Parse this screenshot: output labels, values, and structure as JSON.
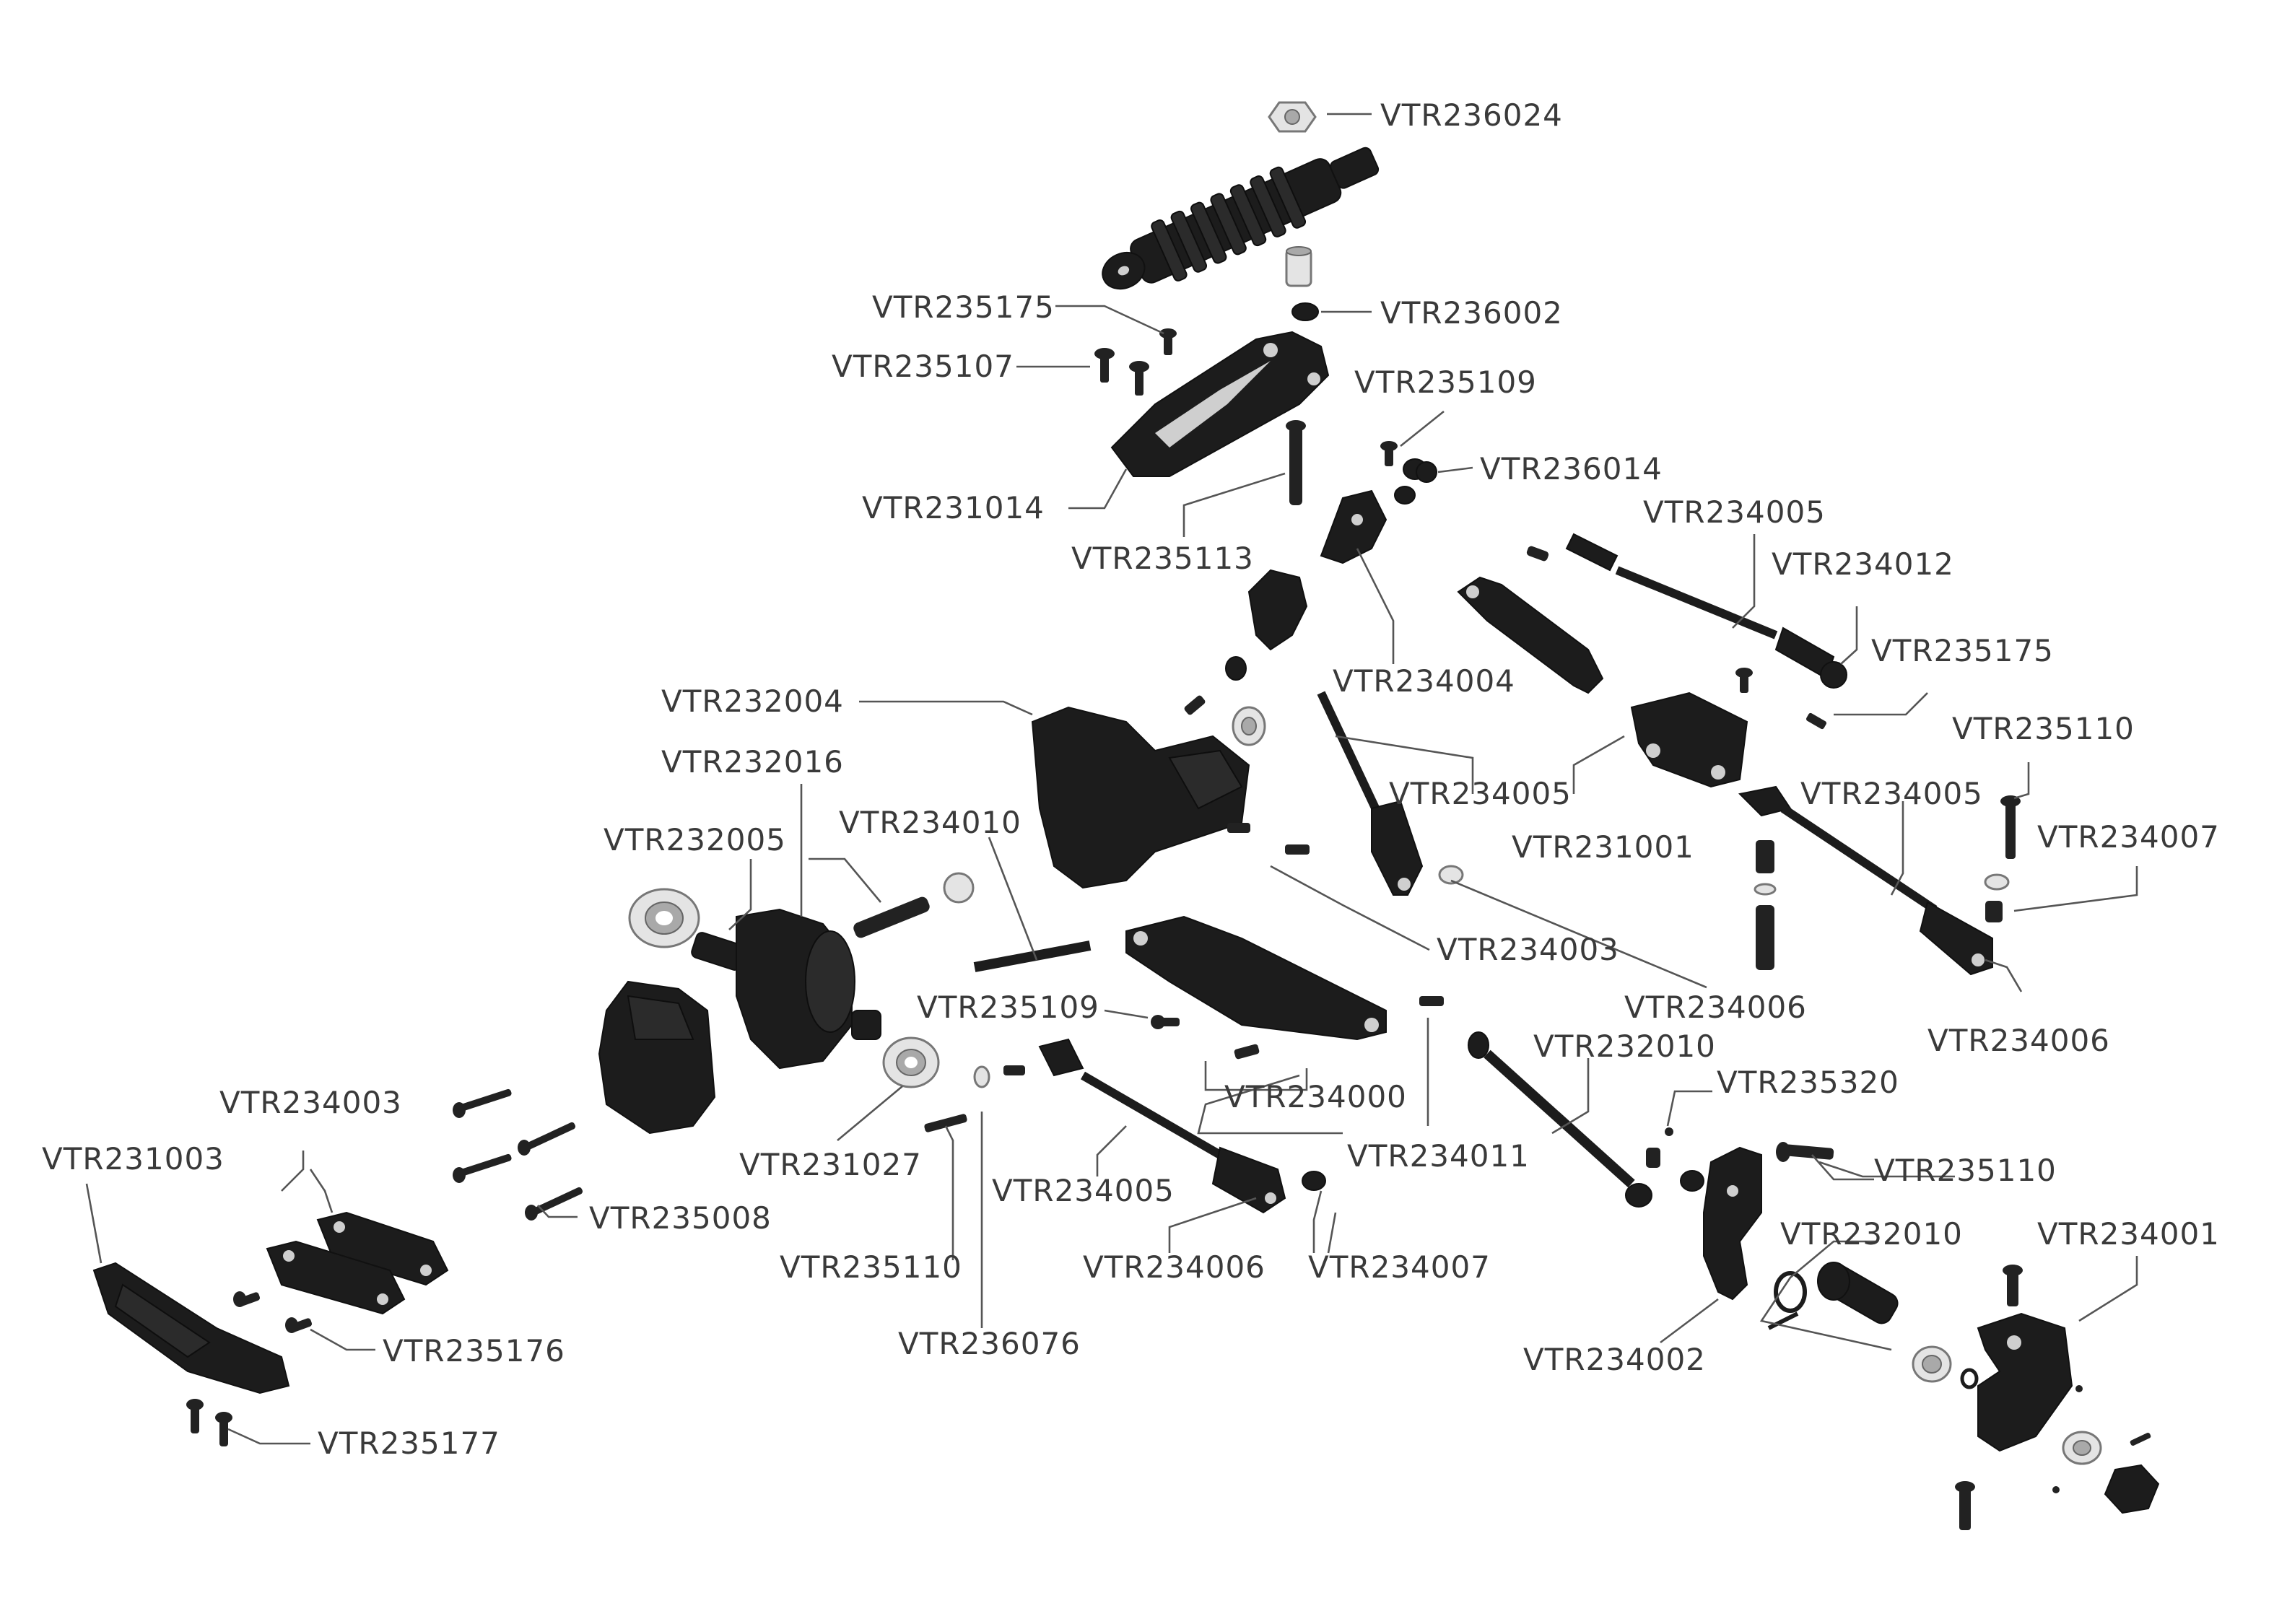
{
  "parts": [
    {
      "id": "p01",
      "code": "VTR236024"
    },
    {
      "id": "p02",
      "code": "VTR235175"
    },
    {
      "id": "p03",
      "code": "VTR236002"
    },
    {
      "id": "p04",
      "code": "VTR235107"
    },
    {
      "id": "p05",
      "code": "VTR235109"
    },
    {
      "id": "p06",
      "code": "VTR236014"
    },
    {
      "id": "p07",
      "code": "VTR231014"
    },
    {
      "id": "p08",
      "code": "VTR234005"
    },
    {
      "id": "p09",
      "code": "VTR235113"
    },
    {
      "id": "p10",
      "code": "VTR234012"
    },
    {
      "id": "p11",
      "code": "VTR235175"
    },
    {
      "id": "p12",
      "code": "VTR234004"
    },
    {
      "id": "p13",
      "code": "VTR232004"
    },
    {
      "id": "p14",
      "code": "VTR235110"
    },
    {
      "id": "p15",
      "code": "VTR232016"
    },
    {
      "id": "p16",
      "code": "VTR234005"
    },
    {
      "id": "p17",
      "code": "VTR234005"
    },
    {
      "id": "p18",
      "code": "VTR234007"
    },
    {
      "id": "p19",
      "code": "VTR234010"
    },
    {
      "id": "p20",
      "code": "VTR232005"
    },
    {
      "id": "p21",
      "code": "VTR231001"
    },
    {
      "id": "p22",
      "code": "VTR234003"
    },
    {
      "id": "p23",
      "code": "VTR235109"
    },
    {
      "id": "p24",
      "code": "VTR234006"
    },
    {
      "id": "p25",
      "code": "VTR234006"
    },
    {
      "id": "p26",
      "code": "VTR232010"
    },
    {
      "id": "p27",
      "code": "VTR234000"
    },
    {
      "id": "p28",
      "code": "VTR235320"
    },
    {
      "id": "p29",
      "code": "VTR234003"
    },
    {
      "id": "p30",
      "code": "VTR231027"
    },
    {
      "id": "p31",
      "code": "VTR234011"
    },
    {
      "id": "p32",
      "code": "VTR231003"
    },
    {
      "id": "p33",
      "code": "VTR235110"
    },
    {
      "id": "p34",
      "code": "VTR235008"
    },
    {
      "id": "p35",
      "code": "VTR234005"
    },
    {
      "id": "p36",
      "code": "VTR232010"
    },
    {
      "id": "p37",
      "code": "VTR234001"
    },
    {
      "id": "p38",
      "code": "VTR235110"
    },
    {
      "id": "p39",
      "code": "VTR234006"
    },
    {
      "id": "p40",
      "code": "VTR234007"
    },
    {
      "id": "p41",
      "code": "VTR235176"
    },
    {
      "id": "p42",
      "code": "VTR236076"
    },
    {
      "id": "p43",
      "code": "VTR234002"
    },
    {
      "id": "p44",
      "code": "VTR235177"
    }
  ]
}
